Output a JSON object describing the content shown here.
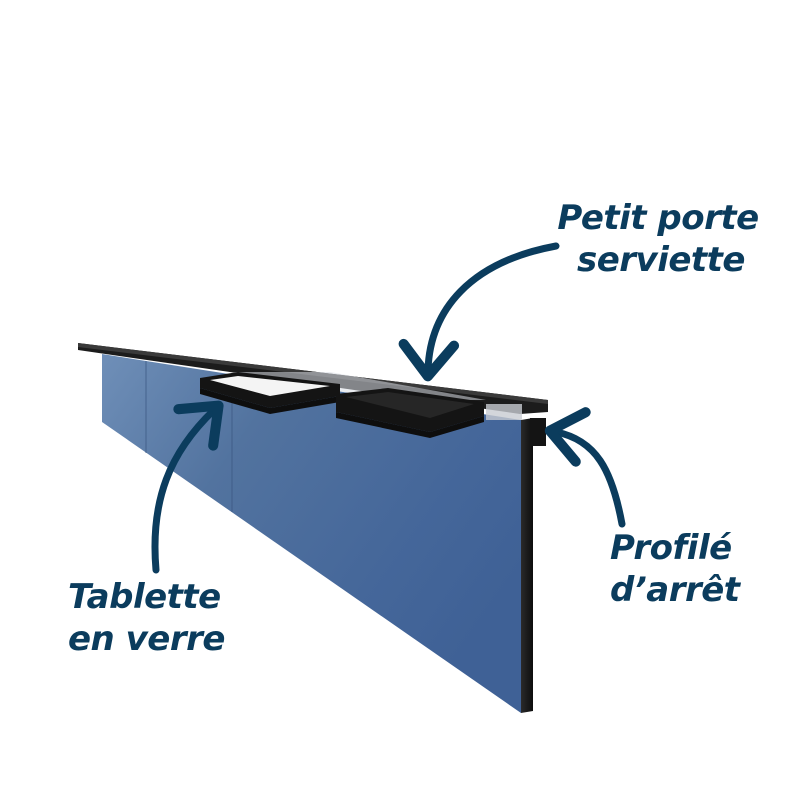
{
  "colors": {
    "label": "#0b3c5d",
    "arrow": "#0b3c5d",
    "panel": "#4d6f9d",
    "profile": "#1b1b1b",
    "background": "#ffffff"
  },
  "labels": {
    "towel_holder": {
      "line1": "Petit porte",
      "line2": "serviette"
    },
    "glass_shelf": {
      "line1": "Tablette",
      "line2": "en verre"
    },
    "stop_profile": {
      "line1": "Profilé",
      "line2": "d’arrêt"
    }
  }
}
